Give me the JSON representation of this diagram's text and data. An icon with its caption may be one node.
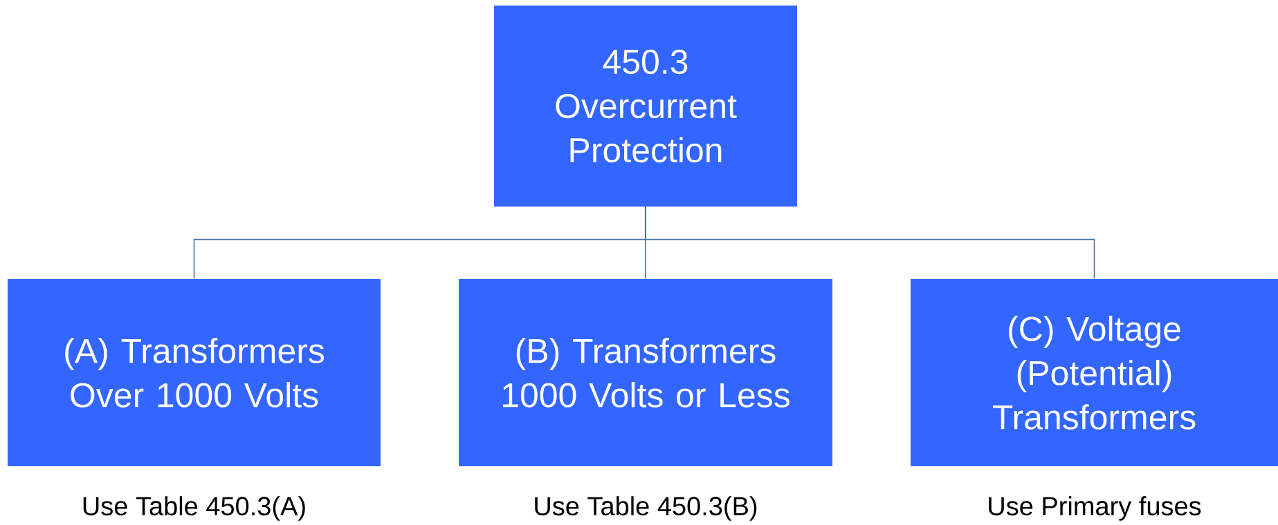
{
  "diagram": {
    "nodes": [
      {
        "text": [
          "450.3 Overcurrent Protection"
        ]
      },
      {
        "text": [
          "(A) Transformers Over 1000 Volts"
        ],
        "beside": [
          "Use Table 450.3(A)"
        ]
      },
      {
        "text": [
          "(B) Transformers 1000 Volts or Less"
        ],
        "beside": [
          "Use Table 450.3(B)"
        ]
      },
      {
        "text": [
          "(C) Voltage (Potential) Transformers"
        ],
        "beside": [
          "Use Primary fuses"
        ]
      }
    ],
    "edges": [
      {
        "from": 0,
        "to": 1,
        "arrow": "none"
      },
      {
        "from": 0,
        "to": 2,
        "arrow": "none"
      },
      {
        "from": 0,
        "to": 3,
        "arrow": "none"
      }
    ]
  }
}
